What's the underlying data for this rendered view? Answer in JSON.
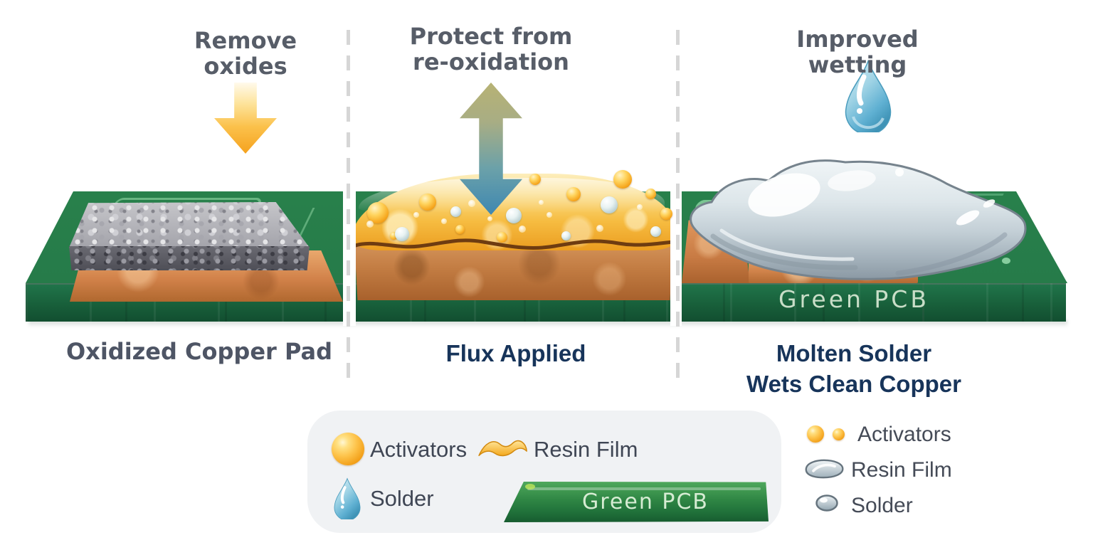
{
  "annotations": [
    {
      "text": "Remove\noxides"
    },
    {
      "text": "Protect from\nre-oxidation"
    },
    {
      "text": "Improved wetting"
    }
  ],
  "captions": [
    {
      "text": "Oxidized Copper Pad"
    },
    {
      "text": "Flux Applied"
    },
    {
      "text": "Molten Solder\nWets Clean Copper"
    }
  ],
  "board": {
    "front_label": "Green PCB"
  },
  "legend_box": {
    "items": [
      {
        "icon": "activator-sphere-icon",
        "label": "Activators"
      },
      {
        "icon": "resin-wave-icon",
        "label": "Resin Film"
      },
      {
        "icon": "solder-droplet-icon",
        "label": "Solder"
      },
      {
        "icon": "green-pcb-bar",
        "label": "Green PCB"
      }
    ]
  },
  "side_legend": {
    "items": [
      {
        "icon": "activator-dots-icon",
        "label": "Activators"
      },
      {
        "icon": "resin-blob-icon",
        "label": "Resin Film"
      },
      {
        "icon": "solder-blob-icon",
        "label": "Solder"
      }
    ]
  },
  "colors": {
    "pcb_green_top": "#2e8a4e",
    "pcb_green_front": "#1d6b40",
    "copper": "#c9763f",
    "flux_gold": "#f6bc41",
    "solder_silver": "#ccd6dd",
    "arrow_yellow": "#f5a21e",
    "arrow_blue": "#3e87b1",
    "annotation_gray": "#575d68",
    "caption_navy": "#17345a",
    "divider_gray": "#d6d6d6",
    "legend_bg": "#f0f2f4"
  }
}
